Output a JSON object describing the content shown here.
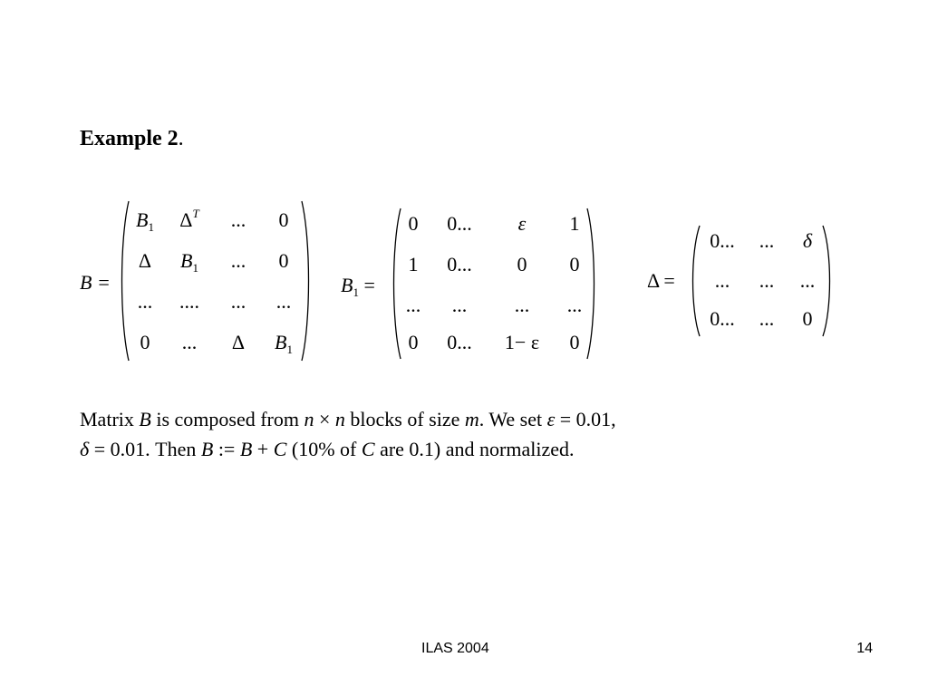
{
  "heading": {
    "label": "Example 2",
    "period": "."
  },
  "eq_b": {
    "lhs": "B =",
    "rows": [
      [
        {
          "t": "B",
          "sub": "1"
        },
        {
          "t": "Δ",
          "sup": "T"
        },
        {
          "t": "..."
        },
        {
          "t": "0"
        }
      ],
      [
        {
          "t": "Δ"
        },
        {
          "t": "B",
          "sub": "1"
        },
        {
          "t": "..."
        },
        {
          "t": "0"
        }
      ],
      [
        {
          "t": "..."
        },
        {
          "t": "...."
        },
        {
          "t": "..."
        },
        {
          "t": "..."
        }
      ],
      [
        {
          "t": "0"
        },
        {
          "t": "..."
        },
        {
          "t": "Δ"
        },
        {
          "t": "B",
          "sub": "1"
        }
      ]
    ]
  },
  "eq_b1": {
    "lhs_main": "B",
    "lhs_sub": "1",
    "lhs_eq": "=",
    "rows": [
      [
        {
          "t": "0"
        },
        {
          "t": "0..."
        },
        {
          "t": "ε"
        },
        {
          "t": "1"
        }
      ],
      [
        {
          "t": "1"
        },
        {
          "t": "0..."
        },
        {
          "t": "0"
        },
        {
          "t": "0"
        }
      ],
      [
        {
          "t": "..."
        },
        {
          "t": "..."
        },
        {
          "t": "..."
        },
        {
          "t": "..."
        }
      ],
      [
        {
          "t": "0"
        },
        {
          "t": "0..."
        },
        {
          "t": "1− ε"
        },
        {
          "t": "0"
        }
      ]
    ]
  },
  "eq_delta": {
    "lhs": "Δ =",
    "rows": [
      [
        {
          "t": "0..."
        },
        {
          "t": "..."
        },
        {
          "t": "δ"
        }
      ],
      [
        {
          "t": "..."
        },
        {
          "t": "..."
        },
        {
          "t": "..."
        }
      ],
      [
        {
          "t": "0..."
        },
        {
          "t": "..."
        },
        {
          "t": "0"
        }
      ]
    ]
  },
  "paragraph": {
    "parts": [
      {
        "t": "Matrix "
      },
      {
        "t": "B",
        "i": true
      },
      {
        "t": " is composed from "
      },
      {
        "t": "n",
        "i": true
      },
      {
        "t": " × "
      },
      {
        "t": "n",
        "i": true
      },
      {
        "t": " blocks of size "
      },
      {
        "t": "m",
        "i": true
      },
      {
        "t": ". We set "
      },
      {
        "t": "ε",
        "i": true
      },
      {
        "t": " = 0.01,"
      },
      {
        "br": true
      },
      {
        "t": "δ",
        "i": true
      },
      {
        "t": " = 0.01. Then "
      },
      {
        "t": "B",
        "i": true
      },
      {
        "t": " := "
      },
      {
        "t": "B",
        "i": true
      },
      {
        "t": " + "
      },
      {
        "t": "C",
        "i": true
      },
      {
        "t": " (10% of "
      },
      {
        "t": "C",
        "i": true
      },
      {
        "t": " are 0.1) and normalized."
      }
    ]
  },
  "footer": {
    "left": "ILAS 2004",
    "right": "14"
  }
}
